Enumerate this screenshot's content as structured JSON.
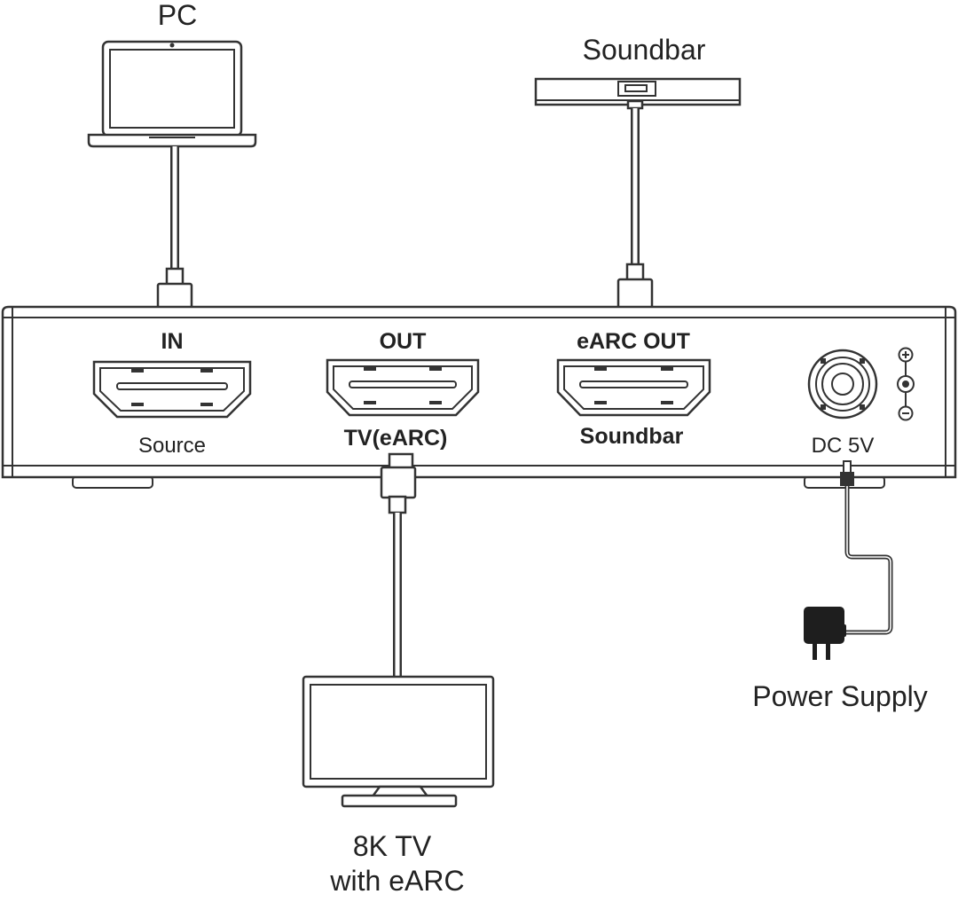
{
  "devices": {
    "pc": "PC",
    "soundbar": "Soundbar",
    "tv": [
      "8K TV",
      "with eARC"
    ],
    "power_supply": "Power Supply"
  },
  "ports": {
    "in": {
      "top": "IN",
      "bottom": "Source"
    },
    "out": {
      "top": "OUT",
      "bottom": "TV(eARC)"
    },
    "earc_out": {
      "top": "eARC OUT",
      "bottom": "Soundbar"
    },
    "dc": {
      "bottom": "DC 5V"
    }
  },
  "icons": [
    "laptop-icon",
    "soundbar-icon",
    "tv-icon",
    "power-adapter-icon",
    "hdmi-port-icon",
    "dc-jack-icon",
    "polarity-icon"
  ]
}
